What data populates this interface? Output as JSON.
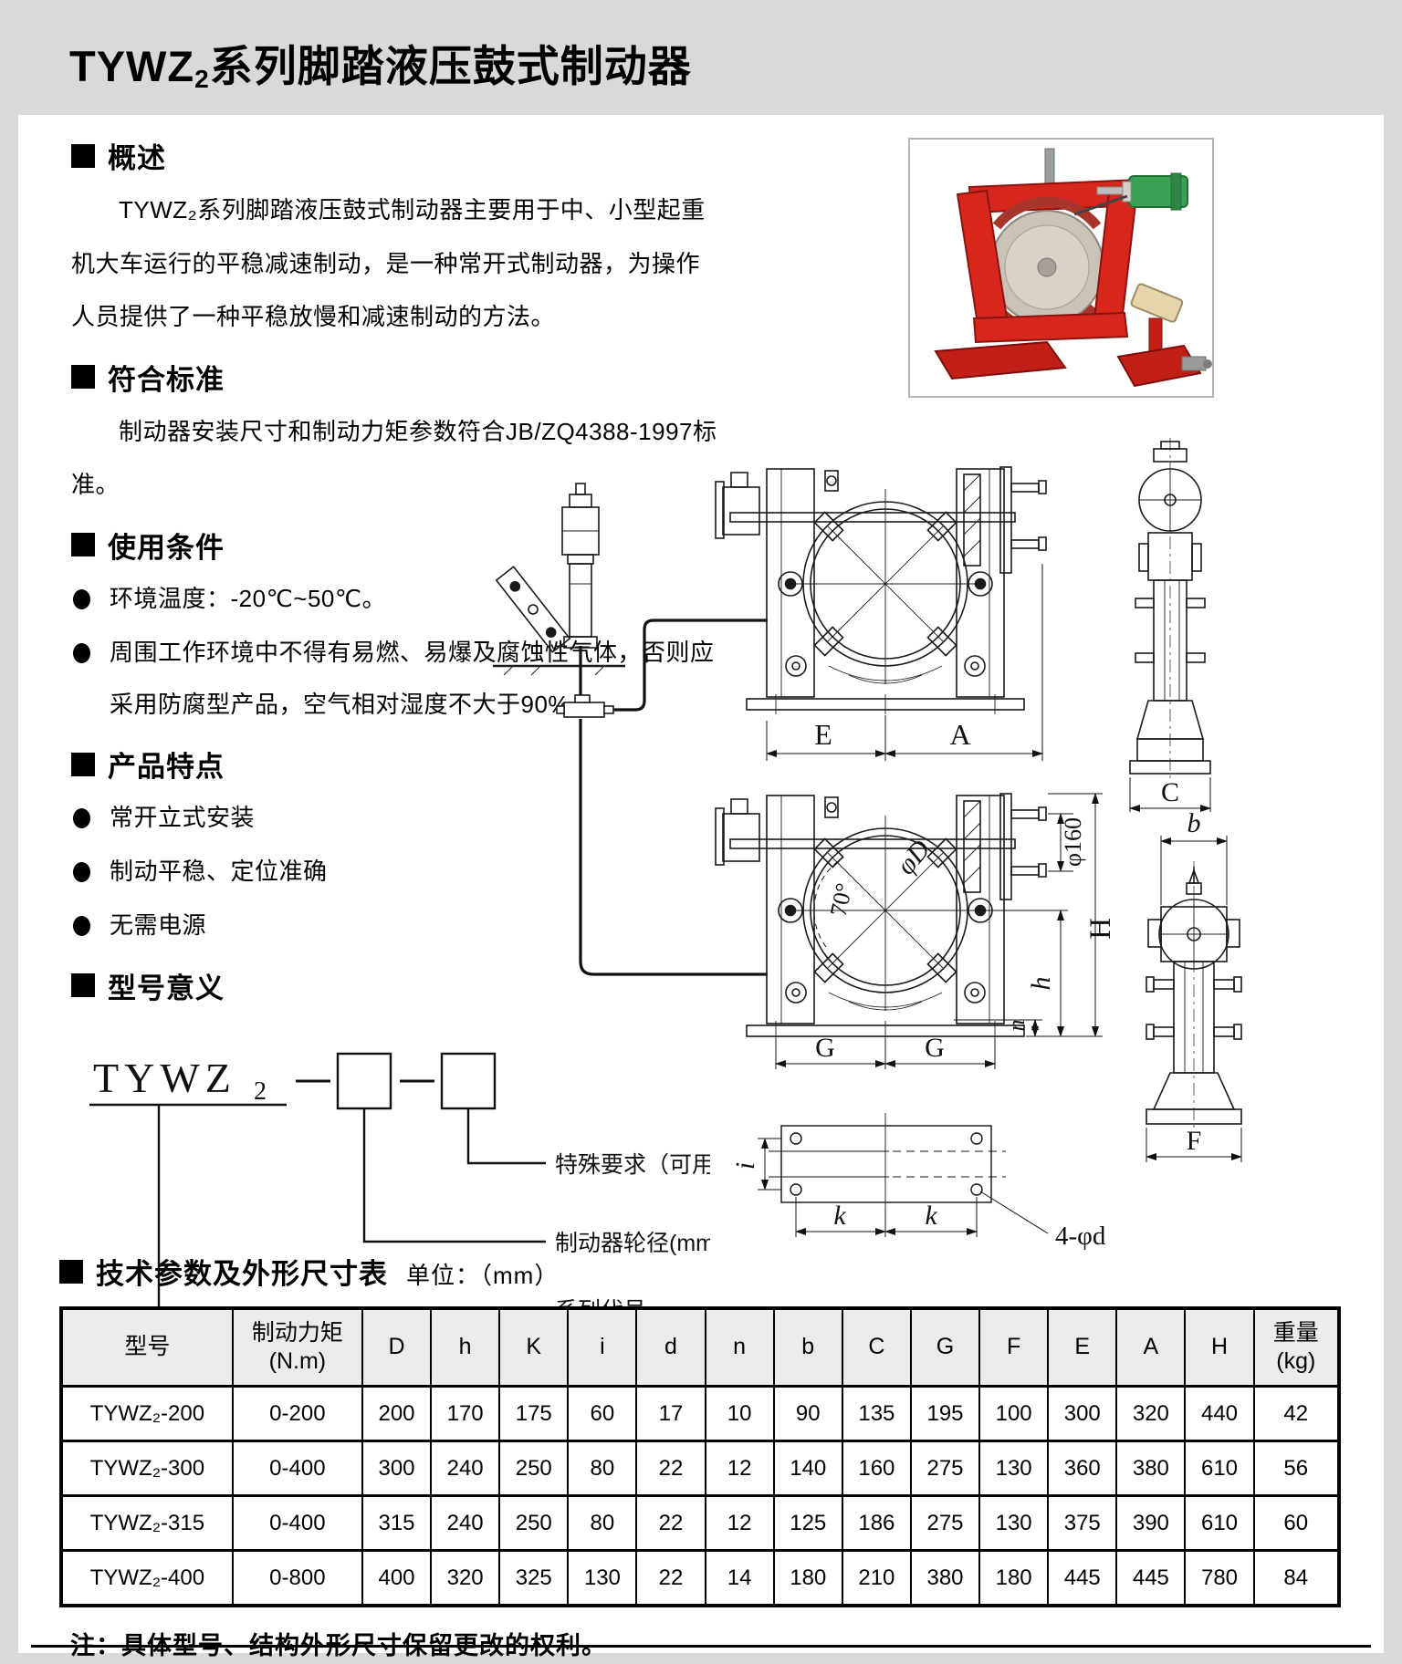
{
  "page": {
    "title_prefix": "TYWZ",
    "title_sub": "2",
    "title_suffix": "系列脚踏液压鼓式制动器"
  },
  "overview": {
    "heading": "概述",
    "body": "TYWZ₂系列脚踏液压鼓式制动器主要用于中、小型起重机大车运行的平稳减速制动，是一种常开式制动器，为操作人员提供了一种平稳放慢和减速制动的方法。"
  },
  "standards": {
    "heading": "符合标准",
    "body": "制动器安装尺寸和制动力矩参数符合JB/ZQ4388-1997标准。"
  },
  "conditions": {
    "heading": "使用条件",
    "items": [
      "环境温度：-20℃~50℃。",
      "周围工作环境中不得有易燃、易爆及腐蚀性气体，否则应采用防腐型产品，空气相对湿度不大于90%。"
    ]
  },
  "features": {
    "heading": "产品特点",
    "items": [
      "常开立式安装",
      "制动平稳、定位准确",
      "无需电源"
    ]
  },
  "model_meaning": {
    "heading": "型号意义",
    "code_prefix": "TYWZ",
    "code_sub": "2",
    "labels": [
      "特殊要求（可用文字说明）",
      "制动器轮径(mm)",
      "系列代号"
    ]
  },
  "drawing_labels": {
    "E": "E",
    "A": "A",
    "C": "C",
    "b": "b",
    "F": "F",
    "H": "H",
    "h": "h",
    "n": "n",
    "G": "G",
    "i": "i",
    "k": "k",
    "phi160": "φ160",
    "phiD": "φD",
    "angle": "70°",
    "holes": "4-φd"
  },
  "spec_table": {
    "heading": "技术参数及外形尺寸表",
    "unit_label": "单位：（mm）",
    "headers": [
      "型号",
      "制动力矩\n(N.m)",
      "D",
      "h",
      "K",
      "i",
      "d",
      "n",
      "b",
      "C",
      "G",
      "F",
      "E",
      "A",
      "H",
      "重量\n(kg)"
    ],
    "rows": [
      [
        "TYWZ₂-200",
        "0-200",
        "200",
        "170",
        "175",
        "60",
        "17",
        "10",
        "90",
        "135",
        "195",
        "100",
        "300",
        "320",
        "440",
        "42"
      ],
      [
        "TYWZ₂-300",
        "0-400",
        "300",
        "240",
        "250",
        "80",
        "22",
        "12",
        "140",
        "160",
        "275",
        "130",
        "360",
        "380",
        "610",
        "56"
      ],
      [
        "TYWZ₂-315",
        "0-400",
        "315",
        "240",
        "250",
        "80",
        "22",
        "12",
        "125",
        "186",
        "275",
        "130",
        "375",
        "390",
        "610",
        "60"
      ],
      [
        "TYWZ₂-400",
        "0-800",
        "400",
        "320",
        "325",
        "130",
        "22",
        "14",
        "180",
        "210",
        "380",
        "180",
        "445",
        "445",
        "780",
        "84"
      ]
    ],
    "note": "注：具体型号、结构外形尺寸保留更改的权利。"
  }
}
